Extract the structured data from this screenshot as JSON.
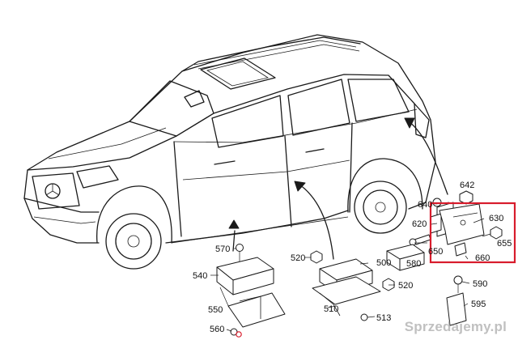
{
  "parts": [
    {
      "id": "part-642",
      "label": "642"
    },
    {
      "id": "part-640",
      "label": "640"
    },
    {
      "id": "part-630",
      "label": "630"
    },
    {
      "id": "part-620",
      "label": "620"
    },
    {
      "id": "part-655",
      "label": "655"
    },
    {
      "id": "part-650",
      "label": "650"
    },
    {
      "id": "part-660",
      "label": "660"
    },
    {
      "id": "part-570",
      "label": "570"
    },
    {
      "id": "part-520a",
      "label": "520"
    },
    {
      "id": "part-500",
      "label": "500"
    },
    {
      "id": "part-580",
      "label": "580"
    },
    {
      "id": "part-540",
      "label": "540"
    },
    {
      "id": "part-520b",
      "label": "520"
    },
    {
      "id": "part-590",
      "label": "590"
    },
    {
      "id": "part-550",
      "label": "550"
    },
    {
      "id": "part-510",
      "label": "510"
    },
    {
      "id": "part-595",
      "label": "595"
    },
    {
      "id": "part-560",
      "label": "560"
    },
    {
      "id": "part-513",
      "label": "513"
    }
  ],
  "highlight_color": "#d81c2c",
  "watermark": "Sprzedajemy.pl"
}
